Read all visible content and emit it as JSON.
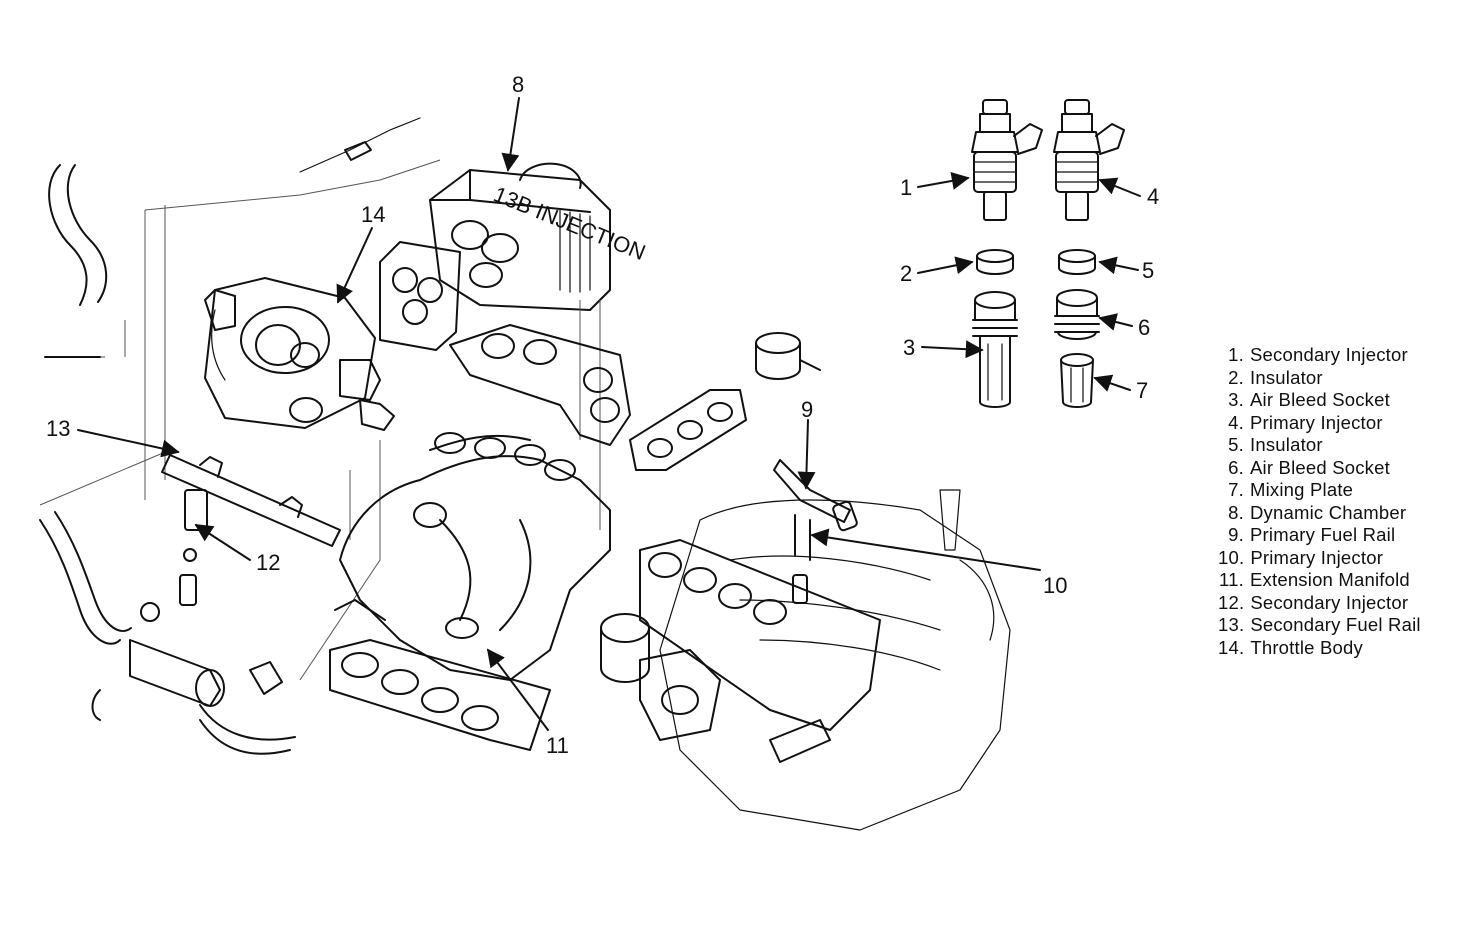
{
  "callouts": [
    {
      "id": "1",
      "label": "1"
    },
    {
      "id": "2",
      "label": "2"
    },
    {
      "id": "3",
      "label": "3"
    },
    {
      "id": "4",
      "label": "4"
    },
    {
      "id": "5",
      "label": "5"
    },
    {
      "id": "6",
      "label": "6"
    },
    {
      "id": "7",
      "label": "7"
    },
    {
      "id": "8",
      "label": "8"
    },
    {
      "id": "9",
      "label": "9"
    },
    {
      "id": "10",
      "label": "10"
    },
    {
      "id": "11",
      "label": "11"
    },
    {
      "id": "12",
      "label": "12"
    },
    {
      "id": "13",
      "label": "13"
    },
    {
      "id": "14",
      "label": "14"
    }
  ],
  "legend": [
    {
      "num": "1.",
      "text": "Secondary Injector"
    },
    {
      "num": "2.",
      "text": "Insulator"
    },
    {
      "num": "3.",
      "text": "Air Bleed Socket"
    },
    {
      "num": "4.",
      "text": "Primary Injector"
    },
    {
      "num": "5.",
      "text": "Insulator"
    },
    {
      "num": "6.",
      "text": "Air Bleed Socket"
    },
    {
      "num": "7.",
      "text": "Mixing Plate"
    },
    {
      "num": "8.",
      "text": "Dynamic Chamber"
    },
    {
      "num": "9.",
      "text": "Primary Fuel Rail"
    },
    {
      "num": "10.",
      "text": "Primary Injector"
    },
    {
      "num": "11.",
      "text": "Extension Manifold"
    },
    {
      "num": "12.",
      "text": "Secondary Injector"
    },
    {
      "num": "13.",
      "text": "Secondary Fuel Rail"
    },
    {
      "num": "14.",
      "text": "Throttle Body"
    }
  ],
  "chamber_lettering": "13B INJECTION"
}
